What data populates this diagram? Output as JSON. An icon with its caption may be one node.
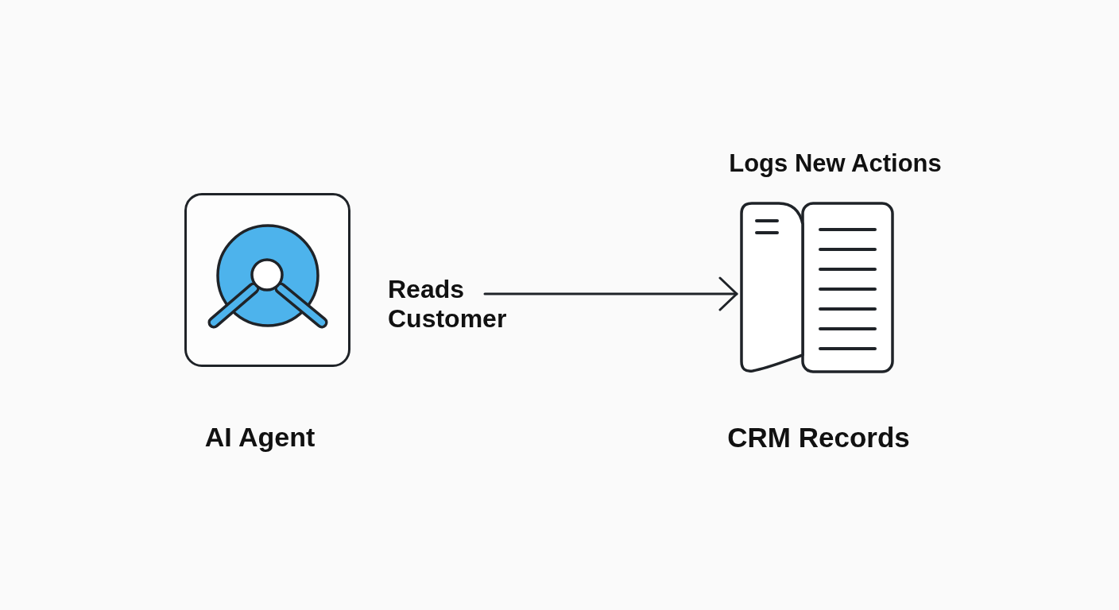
{
  "diagram": {
    "nodes": [
      {
        "text": [],
        "shape": "box",
        "beside": [
          "AI Agent"
        ]
      },
      {
        "text": [],
        "shape": "picture",
        "beside": [
          "Logs New Actions",
          "CRM Records"
        ]
      }
    ],
    "edges": [
      {
        "from": null,
        "to": 1,
        "arrow": "to",
        "label": "Reads Customer"
      }
    ]
  }
}
